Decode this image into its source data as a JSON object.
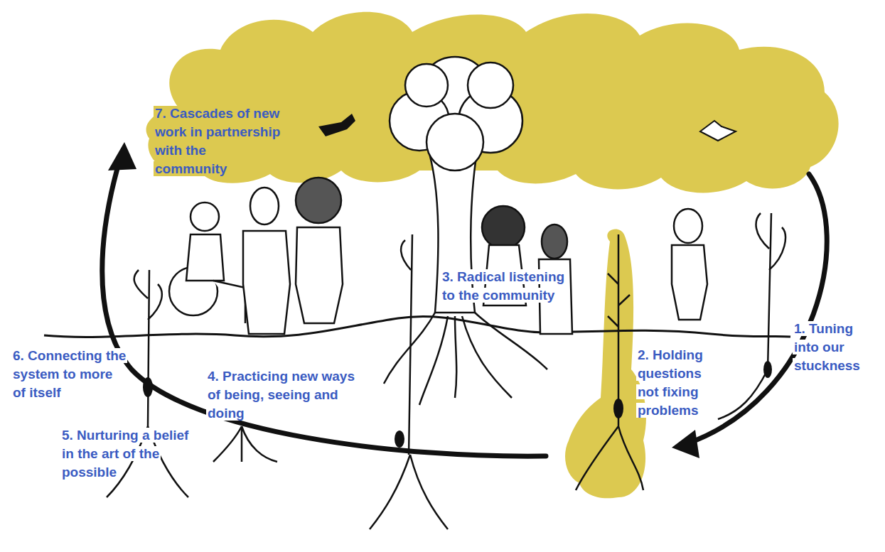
{
  "diagram": {
    "labels": [
      "1. Tuning into our stuckness",
      "2. Holding questions not fixing problems",
      "3. Radical listening to the community",
      "4. Practicing new ways of being, seeing and doing",
      "5. Nurturing a belief in the art of the possible",
      "6. Connecting the system to more of itself",
      "7. Cascades of new work in partnership with the community"
    ]
  }
}
